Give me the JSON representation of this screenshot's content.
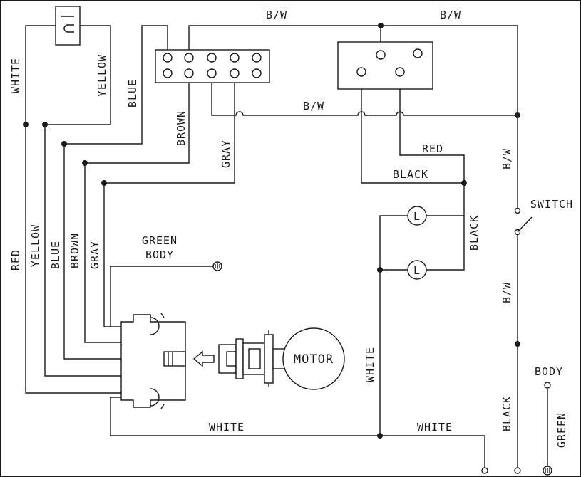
{
  "labels": {
    "bw_top_left": "B/W",
    "bw_top_right": "B/W",
    "bw_mid": "B/W",
    "bw_right_upper": "B/W",
    "bw_right_lower": "B/W",
    "white_left": "WHITE",
    "yellow_top": "YELLOW",
    "blue_top": "BLUE",
    "brown_top": "BROWN",
    "gray_top": "GRAY",
    "red_wire": "RED",
    "black_wire": "BLACK",
    "black_lamps": "BLACK",
    "switch": "SWITCH",
    "red_left": "RED",
    "yellow_left": "YELLOW",
    "blue_left": "BLUE",
    "brown_left": "BROWN",
    "gray_left": "GRAY",
    "green_body_1": "GREEN",
    "green_body_2": "BODY",
    "motor": "MOTOR",
    "white_vertical": "WHITE",
    "white_bottom_left": "WHITE",
    "white_bottom_right": "WHITE",
    "black_bottom": "BLACK",
    "body_right": "BODY",
    "green_right": "GREEN",
    "lamp_1": "L",
    "lamp_2": "L"
  },
  "colors": {
    "ink": "#1a1a1a",
    "background": "#ffffff"
  }
}
